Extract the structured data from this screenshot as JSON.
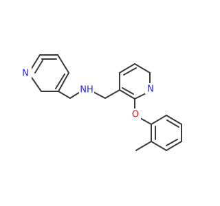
{
  "molecule": {
    "atoms": {
      "n_pyridine_left": {
        "symbol": "N",
        "color": "#2020ff"
      },
      "n_amine": {
        "symbol": "NH",
        "color": "#2020ff"
      },
      "n_pyridine_right": {
        "symbol": "N",
        "color": "#2020ff"
      },
      "o_ether": {
        "symbol": "O",
        "color": "#ff0000"
      }
    },
    "bond_color": "#3a3a3a"
  }
}
